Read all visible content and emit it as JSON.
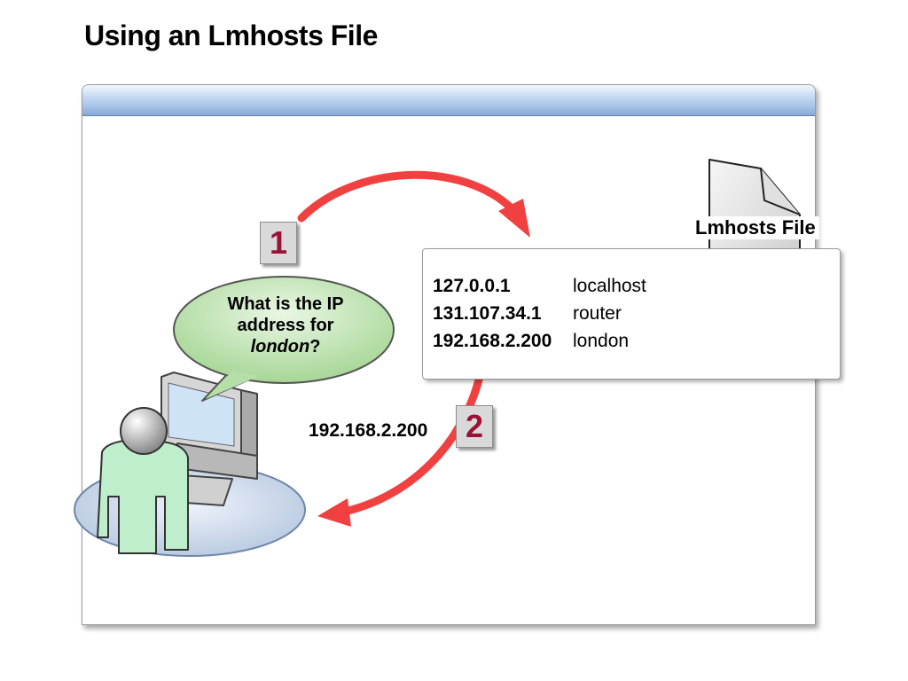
{
  "title": "Using an Lmhosts File",
  "file_label": "Lmhosts File",
  "hosts": [
    {
      "ip": "127.0.0.1",
      "name": "localhost"
    },
    {
      "ip": "131.107.34.1",
      "name": "router"
    },
    {
      "ip": "192.168.2.200",
      "name": "london"
    }
  ],
  "steps": {
    "one": "1",
    "two": "2"
  },
  "question": {
    "line1": "What is the IP",
    "line2": "address for",
    "name": "london",
    "end": "?"
  },
  "answer_ip": "192.168.2.200",
  "colors": {
    "arrow": "#f04040",
    "step_text": "#9b1237",
    "bubble": "#b5dea8",
    "person": "#bfeecd",
    "header": "#a7c4e8"
  }
}
